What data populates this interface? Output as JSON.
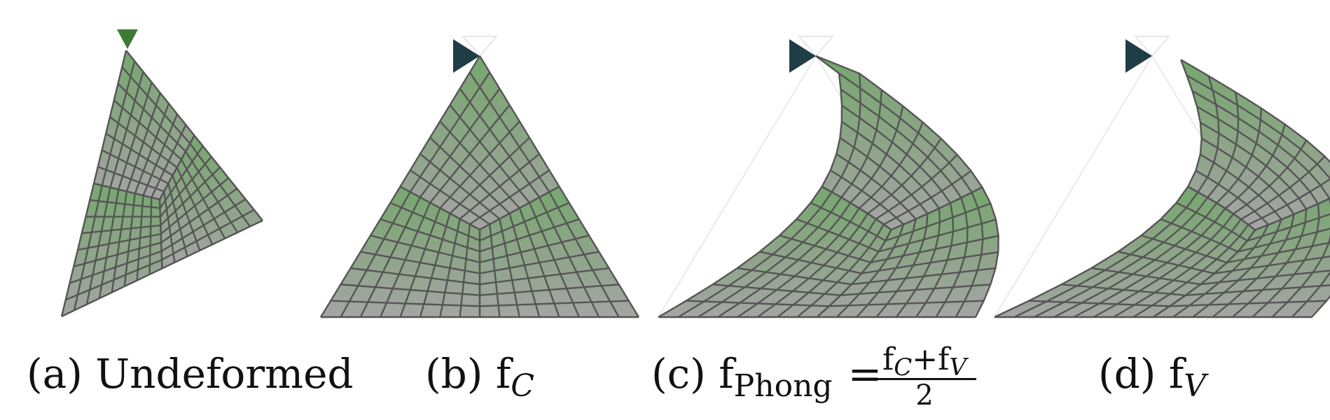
{
  "captions": {
    "a": {
      "prefix": "(a) ",
      "text": "Undeformed"
    },
    "b": {
      "prefix": "(b) ",
      "symbol": "f",
      "subscript": "C"
    },
    "c": {
      "prefix": "(c) ",
      "symbol": "f",
      "subscript": "Phong",
      "equals": "="
    },
    "c_fraction": {
      "f1": "f",
      "s1": "C",
      "plus": "+",
      "f2": "f",
      "s2": "V",
      "denominator": "2"
    },
    "d": {
      "prefix": "(d) ",
      "symbol": "f",
      "subscript": "V"
    }
  },
  "colors": {
    "mesh_top": "#77a76f",
    "mesh_bottom": "#a5a5a5",
    "grid_line": "#555555",
    "marker_green": "#3c7a35",
    "marker_dark": "#1f3d45"
  }
}
